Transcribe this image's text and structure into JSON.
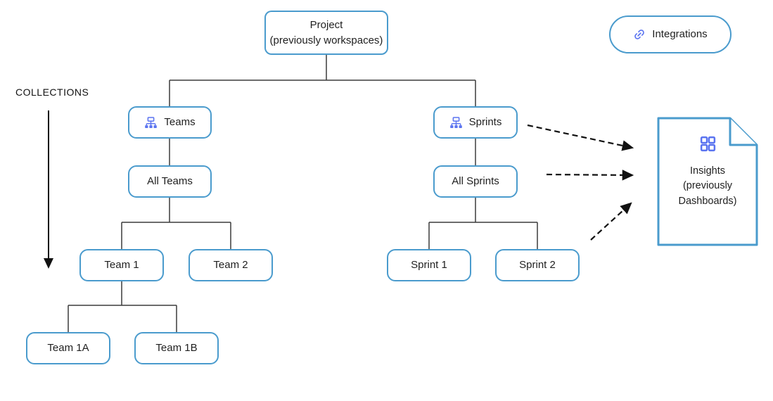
{
  "colors": {
    "box_border": "#4a9bcd",
    "icon_accent": "#5b74f0",
    "connector": "#3c3c3c",
    "arrow": "#111111",
    "text": "#1f1f1f"
  },
  "labels": {
    "collections": "COLLECTIONS"
  },
  "nodes": {
    "project": {
      "line1": "Project",
      "line2": "(previously workspaces)"
    },
    "integrations": {
      "label": "Integrations"
    },
    "teams": {
      "label": "Teams"
    },
    "sprints": {
      "label": "Sprints"
    },
    "all_teams": {
      "label": "All Teams"
    },
    "all_sprints": {
      "label": "All Sprints"
    },
    "team1": {
      "label": "Team 1"
    },
    "team2": {
      "label": "Team 2"
    },
    "sprint1": {
      "label": "Sprint 1"
    },
    "sprint2": {
      "label": "Sprint 2"
    },
    "team1a": {
      "label": "Team 1A"
    },
    "team1b": {
      "label": "Team 1B"
    },
    "insights": {
      "line1": "Insights",
      "line2": "(previously",
      "line3": "Dashboards)"
    }
  },
  "edges": [
    {
      "from": "project",
      "to": "teams",
      "style": "solid"
    },
    {
      "from": "project",
      "to": "sprints",
      "style": "solid"
    },
    {
      "from": "teams",
      "to": "all_teams",
      "style": "solid"
    },
    {
      "from": "all_teams",
      "to": "team1",
      "style": "solid"
    },
    {
      "from": "all_teams",
      "to": "team2",
      "style": "solid"
    },
    {
      "from": "team1",
      "to": "team1a",
      "style": "solid"
    },
    {
      "from": "team1",
      "to": "team1b",
      "style": "solid"
    },
    {
      "from": "sprints",
      "to": "all_sprints",
      "style": "solid"
    },
    {
      "from": "all_sprints",
      "to": "sprint1",
      "style": "solid"
    },
    {
      "from": "all_sprints",
      "to": "sprint2",
      "style": "solid"
    },
    {
      "from": "sprints",
      "to": "insights",
      "style": "dashed-arrow"
    },
    {
      "from": "all_sprints",
      "to": "insights",
      "style": "dashed-arrow"
    },
    {
      "from": "sprint2",
      "to": "insights",
      "style": "dashed-arrow"
    }
  ]
}
